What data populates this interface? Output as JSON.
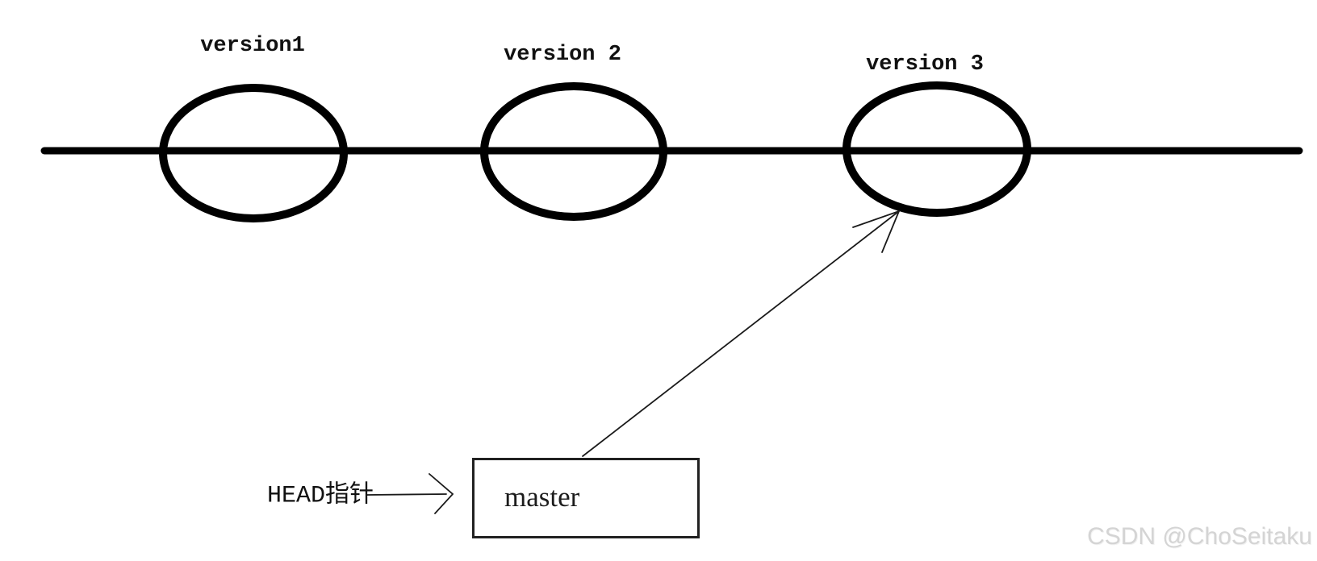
{
  "diagram": {
    "timeline": {
      "commits": [
        {
          "label": "version1"
        },
        {
          "label": "version 2"
        },
        {
          "label": "version 3"
        }
      ]
    },
    "head_pointer_label": "HEAD指针",
    "branch_box_label": "master",
    "watermark": "CSDN @ChoSeitaku",
    "colors": {
      "stroke": "#000000",
      "box_border": "#212121",
      "branch_text": "#1c1c1c",
      "watermark_text": "#d4d4d4",
      "background": "#ffffff"
    }
  }
}
